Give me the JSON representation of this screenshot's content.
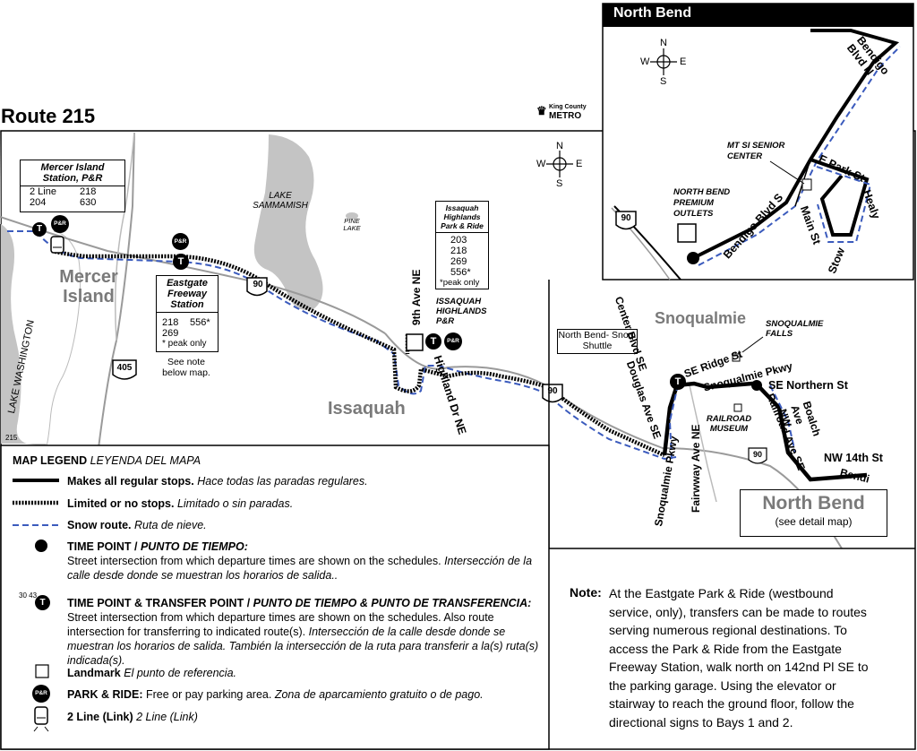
{
  "route_title": "Route 215",
  "agency": {
    "line1": "King County",
    "line2": "METRO"
  },
  "compass": {
    "n": "N",
    "s": "S",
    "e": "E",
    "w": "W"
  },
  "inset": {
    "title": "North Bend",
    "streets": {
      "bendigo_n": "Bendigo Blvd N",
      "bendigo_s": "Bendigo Blvd S",
      "e_park": "E Park St",
      "healy": "Healy",
      "main": "Main St",
      "stow": "Stow"
    },
    "landmarks": {
      "senior": "MT SI SENIOR CENTER",
      "outlets": "NORTH BEND PREMIUM OUTLETS"
    },
    "hwy": "90"
  },
  "main_map": {
    "mercer_box": {
      "title": "Mercer Island Station, P&R",
      "routes": [
        "2 Line",
        "218",
        "204",
        "630"
      ]
    },
    "eastgate_box": {
      "title": "Eastgate Freeway Station",
      "routes": [
        "218",
        "556*",
        "269"
      ],
      "note": "* peak only",
      "see_note": "See note below map."
    },
    "issaquah_box": {
      "title": "Issaquah Highlands Park & Ride",
      "routes": [
        "203",
        "218",
        "269",
        "556*"
      ],
      "note": "*peak only"
    },
    "shuttle_box": "North Bend- Snoq. Shuttle",
    "north_bend_box": {
      "title": "North Bend",
      "sub": "(see detail map)"
    },
    "places": {
      "mercer": "Mercer Island",
      "issaquah": "Issaquah",
      "snoqualmie": "Snoqualmie",
      "lake_sammamish": "LAKE SAMMAMISH",
      "pine_lake": "PINE LAKE",
      "lake_washington": "LAKE WASHINGTON",
      "snoq_falls": "SNOQUALMIE FALLS",
      "railroad_museum": "RAILROAD MUSEUM",
      "issaquah_hl": "ISSAQUAH HIGHLANDS P&R",
      "stop_id": "215"
    },
    "streets": {
      "ninth": "9th Ave NE",
      "highland": "Highland Dr NE",
      "center": "Center Blvd SE",
      "douglas": "Douglas Ave SE",
      "ridge": "SE Ridge St",
      "snoq_pkwy": "Snoqualmie Pkwy",
      "snoq_pkwy2": "Snoqualmie Pkwy",
      "se_northern": "SE Northern St",
      "fairwway": "Fairwway Ave NE",
      "railroad": "Railroad Ave SE",
      "boalch": "Boalch Ave NW",
      "nw14": "NW 14th St",
      "bendigo": "Bendi"
    },
    "shields": {
      "i90a": "90",
      "i90b": "90",
      "i90c": "90",
      "i405": "405",
      "pr": "P&R",
      "t": "T",
      "transfer_small": "30 43"
    }
  },
  "legend": {
    "title": "MAP LEGEND",
    "title_es": "LEYENDA DEL MAPA",
    "items": [
      {
        "b": "Makes all regular stops.",
        "i": "Hace todas las paradas regulares."
      },
      {
        "b": "Limited or no stops.",
        "i": "Limitado o sin paradas."
      },
      {
        "b": "Snow route.",
        "i": "Ruta de nieve."
      },
      {
        "b": "TIME POINT / ",
        "bi": "PUNTO DE TIEMPO:",
        "t": "Street intersection from which departure times are shown on the schedules.",
        "i": "Intersección de la calle desde donde se muestran los horarios de salida.."
      },
      {
        "b": "TIME POINT & TRANSFER POINT / ",
        "bi": "PUNTO DE TIEMPO & PUNTO DE TRANSFERENCIA:",
        "t": "Street intersection from which departure times are shown on the schedules. Also route intersection for transferring to indicated route(s).",
        "i": "Intersección de la calle desde donde se muestran los horarios de salida. También la intersección de la ruta para transferir a la(s) ruta(s) indicada(s)."
      },
      {
        "b": "Landmark",
        "i": "El punto de referencia."
      },
      {
        "b": "PARK & RIDE:",
        "t": "Free or pay parking area.",
        "i": "Zona de aparcamiento gratuito o de pago."
      },
      {
        "b": "2 Line (Link)",
        "i": "2 Line (Link)"
      }
    ]
  },
  "note": {
    "label": "Note:",
    "lines": [
      "At the Eastgate Park & Ride (westbound",
      "service, only), transfers can be made to routes",
      "serving numerous regional destinations. To",
      "access the Park & Ride from the Eastgate",
      "Freeway Station, walk north on 142nd Pl SE to",
      "the parking garage. Using the elevator or",
      "stairway to reach the ground floor, follow the",
      "directional signs to Bays 1 and 2."
    ]
  },
  "colors": {
    "snow": "#3b5bbd",
    "water": "#c4c4c4",
    "road": "#9a9a9a",
    "gray_text": "#7a7a7a"
  }
}
